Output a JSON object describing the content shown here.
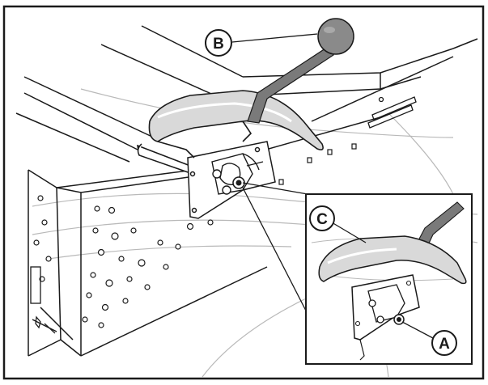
{
  "callouts": {
    "a": "A",
    "b": "B",
    "c": "C"
  },
  "colors": {
    "line": "#1a1a1a",
    "light_line": "#b9b9b9",
    "knob": "#8a8a8a",
    "rod": "#7a7a7a",
    "handle": "#d9d9d9",
    "background": "#ffffff"
  },
  "icons": {
    "knob": "ball-knob-icon",
    "bolt": "bolt-icon"
  }
}
